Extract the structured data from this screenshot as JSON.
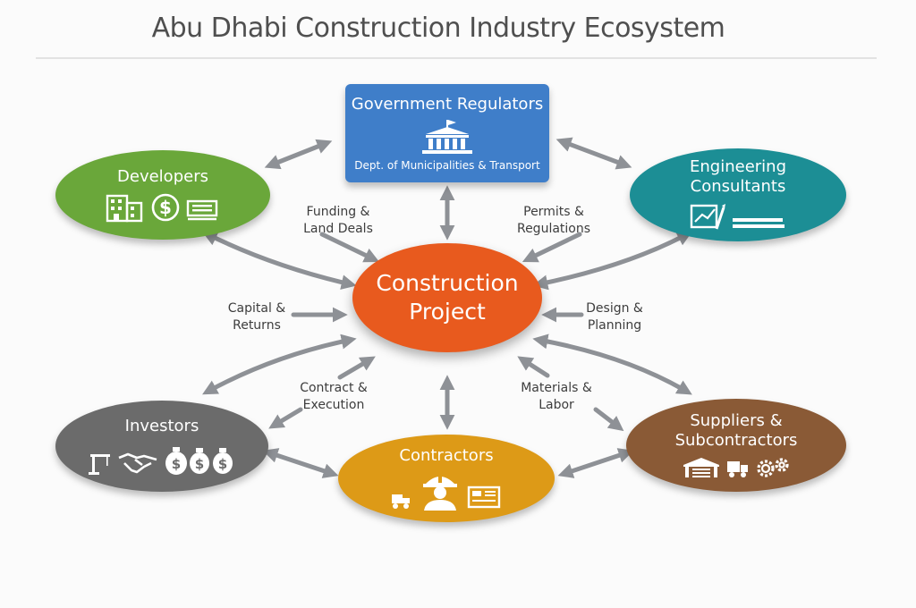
{
  "title": "Abu Dhabi Construction Industry Ecosystem",
  "nodes": {
    "government": {
      "label": "Government Regulators",
      "sub": "Dept. of Municipalities & Transport",
      "color": "#3f7ec9",
      "icon": "government-building-icon"
    },
    "developers": {
      "label": "Developers",
      "color": "#6aa73a",
      "icons": [
        "office-building-icon",
        "dollar-coin-icon",
        "cash-stack-icon"
      ]
    },
    "engineering": {
      "label_1": "Engineering",
      "label_2": "Consultants",
      "color": "#1c8e95",
      "icons": [
        "blueprint-chart-icon",
        "stacked-plans-icon"
      ]
    },
    "project": {
      "label_1": "Construction",
      "label_2": "Project",
      "color": "#e85a1e"
    },
    "investors": {
      "label": "Investors",
      "color": "#6b6b6b",
      "icons": [
        "crane-icon",
        "handshake-icon",
        "money-bags-icon"
      ]
    },
    "contractors": {
      "label": "Contractors",
      "color": "#dd9a17",
      "icons": [
        "machinery-icon",
        "worker-hardhat-icon",
        "blueprint-icon"
      ]
    },
    "suppliers": {
      "label_1": "Suppliers &",
      "label_2": "Subcontractors",
      "color": "#8a5a36",
      "icons": [
        "warehouse-icon",
        "truck-icon",
        "gears-icon"
      ]
    }
  },
  "flows": {
    "funding": [
      "Funding &",
      "Land Deals"
    ],
    "permits": [
      "Permits &",
      "Regulations"
    ],
    "capital": [
      "Capital &",
      "Returns"
    ],
    "design": [
      "Design &",
      "Planning"
    ],
    "contract": [
      "Contract &",
      "Execution"
    ],
    "materials": [
      "Materials &",
      "Labor"
    ]
  },
  "arrow_color": "#8e9196"
}
